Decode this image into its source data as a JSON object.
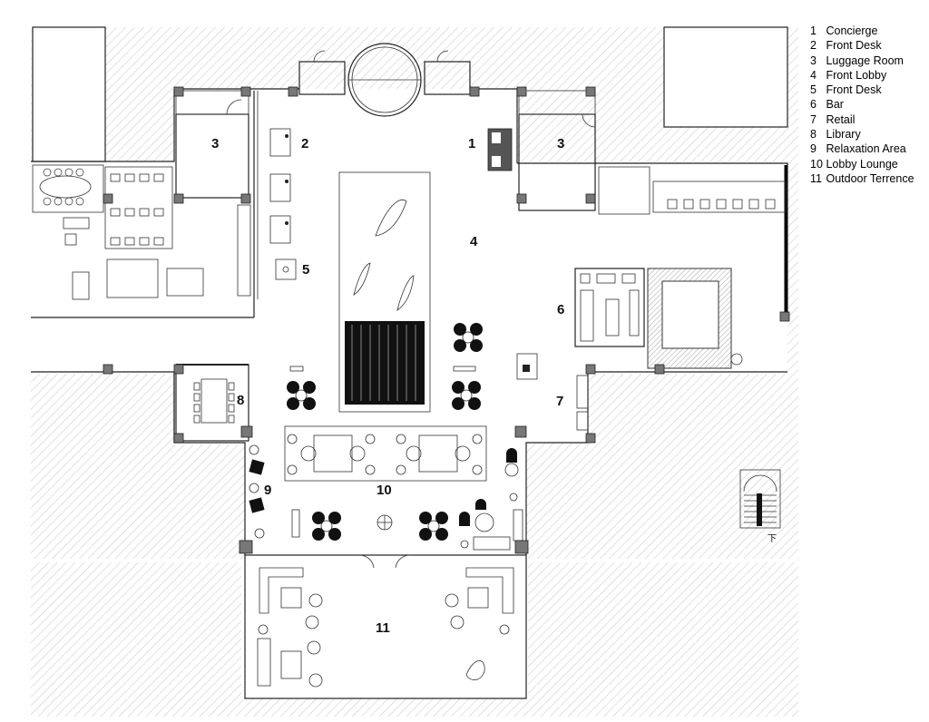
{
  "legend": {
    "items": [
      {
        "num": "1",
        "label": "Concierge"
      },
      {
        "num": "2",
        "label": "Front Desk"
      },
      {
        "num": "3",
        "label": "Luggage Room"
      },
      {
        "num": "4",
        "label": "Front Lobby"
      },
      {
        "num": "5",
        "label": "Front Desk"
      },
      {
        "num": "6",
        "label": "Bar"
      },
      {
        "num": "7",
        "label": "Retail"
      },
      {
        "num": "8",
        "label": "Library"
      },
      {
        "num": "9",
        "label": "Relaxation Area"
      },
      {
        "num": "10",
        "label": "Lobby Lounge"
      },
      {
        "num": "11",
        "label": "Outdoor Terrence"
      }
    ]
  },
  "plan": {
    "labels": {
      "concierge": "1",
      "front_desk": "2",
      "luggage_left": "3",
      "luggage_right": "3",
      "front_lobby": "4",
      "front_desk_2": "5",
      "bar": "6",
      "retail": "7",
      "library": "8",
      "relaxation": "9",
      "lounge": "10",
      "terrace": "11"
    },
    "stair_label": "下"
  },
  "colors": {
    "line": "#222222",
    "hatch": "#b5b5b5",
    "column": "#777777",
    "furniture": "#111111"
  }
}
